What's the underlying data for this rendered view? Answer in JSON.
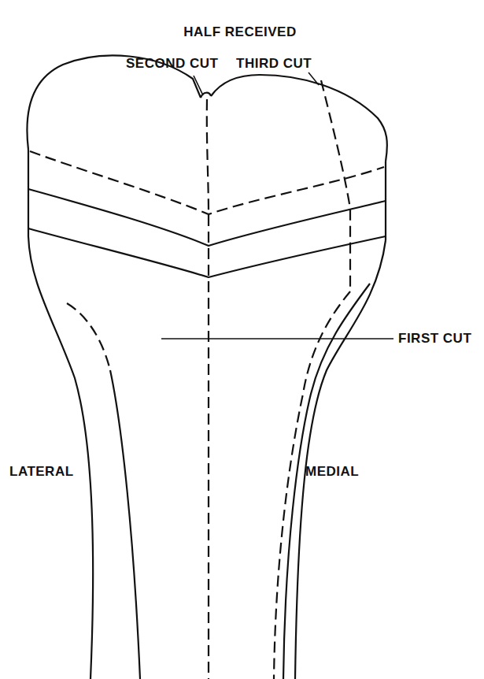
{
  "diagram": {
    "title": "HALF RECEIVED",
    "labels": [
      "SECOND CUT",
      "THIRD CUT",
      "FIRST CUT",
      "LATERAL",
      "MEDIAL"
    ]
  }
}
